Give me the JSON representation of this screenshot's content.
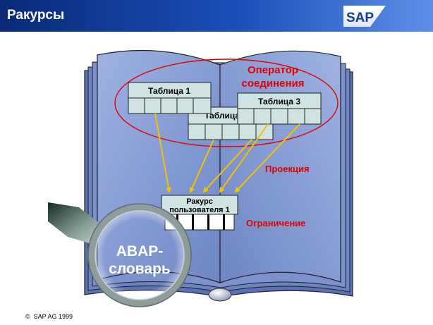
{
  "header": {
    "title": "Ракурсы",
    "logo_text": "SAP"
  },
  "diagram": {
    "tables": [
      {
        "name": "Таблица 1"
      },
      {
        "name": "Таблица 2"
      },
      {
        "name": "Таблица 3"
      }
    ],
    "join_operator_line1": "Оператор",
    "join_operator_line2": "соединения",
    "projection_label": "Проекция",
    "view_label_line1": "Ракурс",
    "view_label_line2": "пользователя 1",
    "selection_label": "Ограничение",
    "dictionary_line1": "ABAP-",
    "dictionary_line2": "словарь"
  },
  "footer": {
    "copyright_symbol": "©",
    "copyright_text": "SAP AG 1999"
  },
  "colors": {
    "header_dark": "#0a2a78",
    "header_light": "#5f8fe8",
    "book_blue": "#7b93cf",
    "table_fill": "#cfe3e3",
    "arrow": "#f2c400",
    "label_red": "#e00000"
  }
}
